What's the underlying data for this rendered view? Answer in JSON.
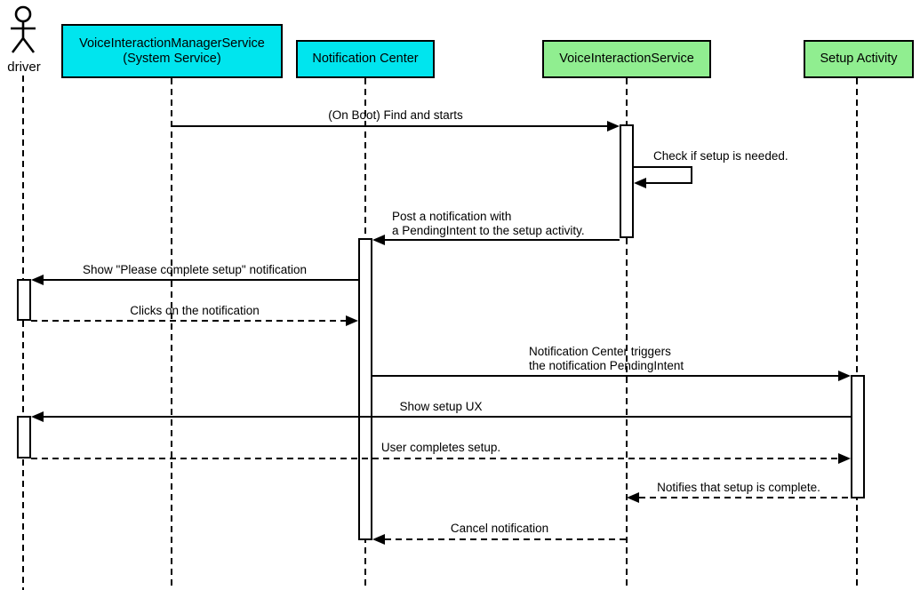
{
  "diagram_type": "uml-sequence-diagram",
  "colors": {
    "system_participant_fill": "#00e5ee",
    "service_participant_fill": "#90ee90",
    "line": "#000000",
    "background": "#ffffff"
  },
  "actor": {
    "label": "driver"
  },
  "participants": [
    {
      "id": "voice-interaction-manager-service",
      "label": "VoiceInteractionManagerService\n(System Service)",
      "type": "system"
    },
    {
      "id": "notification-center",
      "label": "Notification Center",
      "type": "system"
    },
    {
      "id": "voice-interaction-service",
      "label": "VoiceInteractionService",
      "type": "service"
    },
    {
      "id": "setup-activity",
      "label": "Setup Activity",
      "type": "service"
    }
  ],
  "messages": [
    {
      "label": "(On Boot) Find and starts",
      "from": "VoiceInteractionManagerService (System Service)",
      "to": "VoiceInteractionService",
      "style": "solid"
    },
    {
      "label": "Check if setup is needed.",
      "from": "VoiceInteractionService",
      "to": "VoiceInteractionService",
      "style": "solid-self"
    },
    {
      "label": "Post a notification with\na PendingIntent to the setup activity.",
      "from": "VoiceInteractionService",
      "to": "Notification Center",
      "style": "solid"
    },
    {
      "label": "Show \"Please complete setup\" notification",
      "from": "Notification Center",
      "to": "driver",
      "style": "solid"
    },
    {
      "label": "Clicks on the notification",
      "from": "driver",
      "to": "Notification Center",
      "style": "dashed"
    },
    {
      "label": "Notification Center triggers\nthe notification PendingIntent",
      "from": "Notification Center",
      "to": "Setup Activity",
      "style": "solid"
    },
    {
      "label": "Show setup UX",
      "from": "Setup Activity",
      "to": "driver",
      "style": "solid"
    },
    {
      "label": "User completes setup.",
      "from": "driver",
      "to": "Setup Activity",
      "style": "dashed"
    },
    {
      "label": "Notifies that setup is complete.",
      "from": "Setup Activity",
      "to": "VoiceInteractionService",
      "style": "dashed"
    },
    {
      "label": "Cancel notification",
      "from": "VoiceInteractionService",
      "to": "Notification Center",
      "style": "dashed"
    }
  ]
}
